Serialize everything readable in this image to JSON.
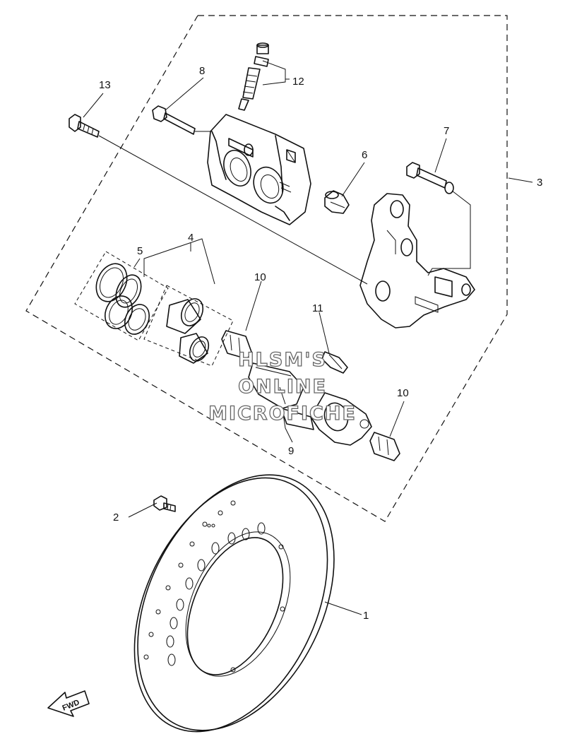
{
  "diagram": {
    "callouts": [
      {
        "id": "c1",
        "label": "1"
      },
      {
        "id": "c2",
        "label": "2"
      },
      {
        "id": "c3",
        "label": "3"
      },
      {
        "id": "c4",
        "label": "4"
      },
      {
        "id": "c5",
        "label": "5"
      },
      {
        "id": "c6",
        "label": "6"
      },
      {
        "id": "c7",
        "label": "7"
      },
      {
        "id": "c8",
        "label": "8"
      },
      {
        "id": "c9",
        "label": "9"
      },
      {
        "id": "c10a",
        "label": "10"
      },
      {
        "id": "c10b",
        "label": "10"
      },
      {
        "id": "c11",
        "label": "11"
      },
      {
        "id": "c12",
        "label": "12"
      },
      {
        "id": "c13",
        "label": "13"
      }
    ],
    "fwd_label": "FWD"
  },
  "watermark": {
    "line1": "HLSM'S",
    "line2": "ONLINE",
    "line3": "MICROFICHE"
  },
  "colors": {
    "line": "#111111",
    "background": "#ffffff",
    "watermark_outline": "#666666"
  }
}
